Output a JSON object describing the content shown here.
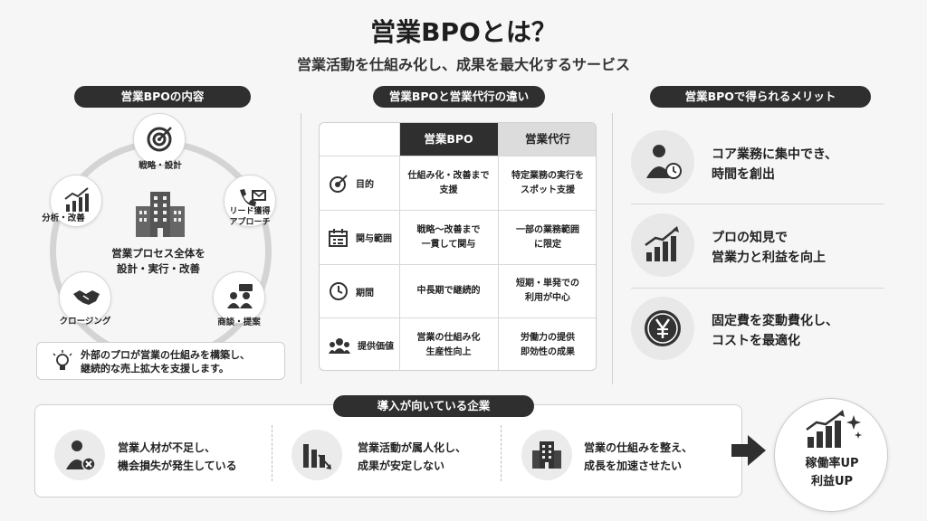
{
  "header": {
    "title": "営業BPOとは？",
    "subtitle": "営業活動を仕組み化し、成果を最大化するサービス"
  },
  "left": {
    "heading": "営業BPOの内容",
    "nodes": [
      {
        "label": "戦略・設計",
        "icon": "target-icon"
      },
      {
        "label": "リード獲得\nアプローチ",
        "icon": "phone-mail-icon"
      },
      {
        "label": "商談・提案",
        "icon": "meeting-icon"
      },
      {
        "label": "クロージング",
        "icon": "handshake-icon"
      },
      {
        "label": "分析・改善",
        "icon": "chart-up-icon"
      }
    ],
    "center_line1": "営業プロセス全体を",
    "center_line2": "設計・実行・改善",
    "note_line1": "外部のプロが営業の仕組みを構築し、",
    "note_line2": "継続的な売上拡大を支援します。"
  },
  "compare": {
    "heading": "営業BPOと営業代行の違い",
    "col1": "営業BPO",
    "col2": "営業代行",
    "rows": [
      {
        "label": "目的",
        "icon": "target-icon",
        "bpo1": "仕組み化・改善まで",
        "bpo2": "支援",
        "agent1": "特定業務の実行を",
        "agent2": "スポット支援"
      },
      {
        "label": "関与範囲",
        "icon": "calendar-icon",
        "bpo1": "戦略〜改善まで",
        "bpo2": "一貫して関与",
        "agent1": "一部の業務範囲",
        "agent2": "に限定"
      },
      {
        "label": "期間",
        "icon": "clock-icon",
        "bpo1": "中長期で継続的",
        "bpo2": "",
        "agent1": "短期・単発での",
        "agent2": "利用が中心"
      },
      {
        "label": "提供価値",
        "icon": "people-icon",
        "bpo1": "営業の仕組み化",
        "bpo2": "生産性向上",
        "agent1": "労働力の提供",
        "agent2": "即効性の成果"
      }
    ]
  },
  "merits": {
    "heading": "営業BPOで得られるメリット",
    "items": [
      {
        "line1": "コア業務に集中でき、",
        "line2": "時間を創出",
        "icon": "person-clock-icon"
      },
      {
        "line1": "プロの知見で",
        "line2": "営業力と利益を向上",
        "icon": "bar-growth-icon"
      },
      {
        "line1": "固定費を変動費化し、",
        "line2": "コストを最適化",
        "icon": "yen-coin-icon"
      }
    ]
  },
  "bottom": {
    "heading": "導入が向いている企業",
    "items": [
      {
        "line1": "営業人材が不足し、",
        "line2": "機会損失が発生している",
        "icon": "person-cross-icon"
      },
      {
        "line1": "営業活動が属人化し、",
        "line2": "成果が安定しない",
        "icon": "bar-decline-icon"
      },
      {
        "line1": "営業の仕組みを整え、",
        "line2": "成長を加速させたい",
        "icon": "building-icon"
      }
    ],
    "result_line1": "稼働率UP",
    "result_line2": "利益UP"
  }
}
